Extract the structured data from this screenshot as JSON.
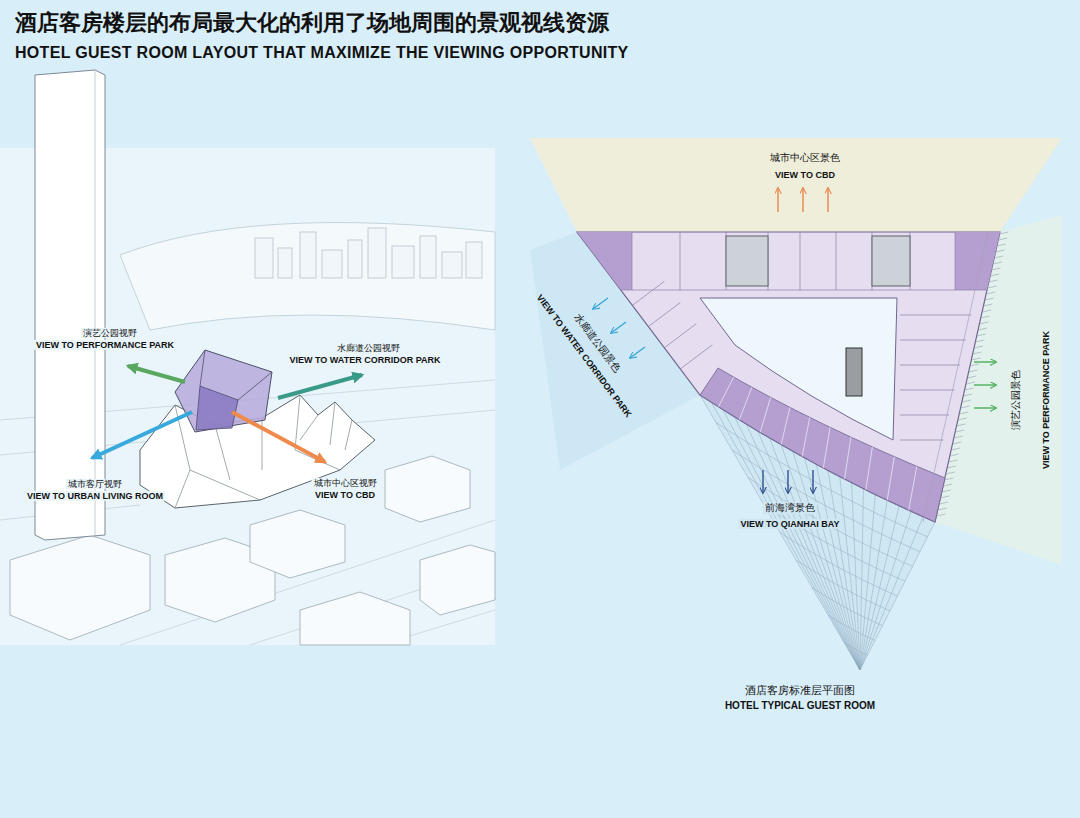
{
  "diagram": {
    "title": "酒店客房楼层的布局最大化的利用了场地周围的景观视线资源",
    "labels": [
      "HOTEL GUEST ROOM LAYOUT THAT MAXIMIZE THE VIEWING OPPORTUNITY",
      "演艺公园视野",
      "VIEW TO PERFORMANCE PARK",
      "水廊道公园视野",
      "VIEW TO WATER CORRIDOR PARK",
      "城市客厅视野",
      "VIEW TO URBAN LIVING ROOM",
      "城市中心区视野",
      "VIEW TO CBD",
      "城市中心区景色",
      "VIEW TO CBD",
      "水廊道公园景色",
      "VIEW TO WATER CORRIDOR PARK",
      "演艺公园景色",
      "VIEW TO PERFORMANCE PARK",
      "前海湾景色",
      "VIEW TO QIANHAI BAY",
      "酒店客房标准层平面图",
      "HOTEL TYPICAL GUEST ROOM"
    ]
  }
}
